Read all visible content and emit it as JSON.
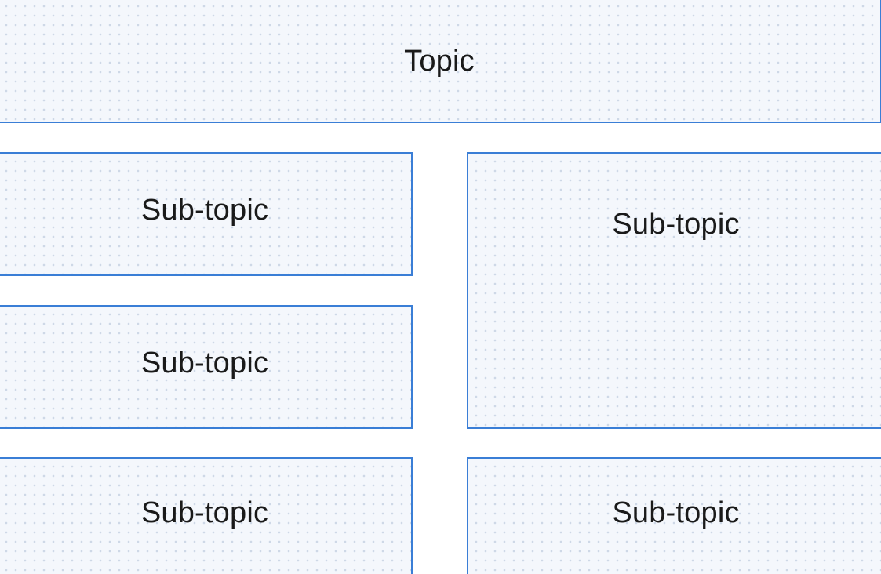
{
  "diagram": {
    "topic": {
      "label": "Topic"
    },
    "subtopics": [
      {
        "label": "Sub-topic"
      },
      {
        "label": "Sub-topic"
      },
      {
        "label": "Sub-topic"
      },
      {
        "label": "Sub-topic"
      },
      {
        "label": "Sub-topic"
      }
    ]
  },
  "colors": {
    "border": "#3a7ed6",
    "fill": "#f4f7fc",
    "dots": "#cdd7e6",
    "text": "#1a1a1a"
  }
}
